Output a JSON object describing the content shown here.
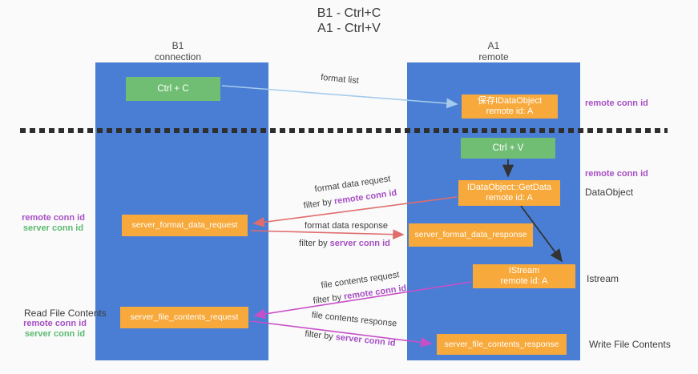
{
  "title": {
    "line1": "B1 - Ctrl+C",
    "line2": "A1 - Ctrl+V"
  },
  "columns": {
    "left": {
      "name": "B1",
      "subtitle": "connection"
    },
    "right": {
      "name": "A1",
      "subtitle": "remote"
    }
  },
  "nodes": {
    "ctrl_c": {
      "label": "Ctrl + C"
    },
    "save_idataobject": {
      "line1": "保存IDataObject",
      "line2": "remote id: A"
    },
    "ctrl_v": {
      "label": "Ctrl + V"
    },
    "idataobject_getdata": {
      "line1": "IDataObject::GetData",
      "line2": "remote id: A"
    },
    "server_format_data_request": {
      "label": "server_format_data_request"
    },
    "server_format_data_response": {
      "label": "server_format_data_response"
    },
    "istream": {
      "line1": "IStream",
      "line2": "remote id: A"
    },
    "server_file_contents_request": {
      "label": "server_file_contents_request"
    },
    "server_file_contents_response": {
      "label": "server_file_contents_response"
    }
  },
  "arrows": {
    "format_list": {
      "label": "format list"
    },
    "format_data_request": {
      "label": "format data request",
      "filter_prefix": "filter by ",
      "filter_value": "remote conn id"
    },
    "format_data_response": {
      "label": "format data response",
      "filter_prefix": "filter by ",
      "filter_value": "server conn id"
    },
    "file_contents_request": {
      "label": "file contents request",
      "filter_prefix": "filter by ",
      "filter_value": "remote conn id"
    },
    "file_contents_response": {
      "label": "file contents response",
      "filter_prefix": "filter by ",
      "filter_value": "server conn id"
    }
  },
  "annotations": {
    "right_remote_conn_id_top": "remote conn id",
    "right_remote_conn_id_mid": "remote conn id",
    "right_dataobject": "DataObject",
    "right_istream": "Istream",
    "right_write_file_contents": "Write File Contents",
    "left_remote_conn_id_mid": "remote conn id",
    "left_server_conn_id_mid": "server conn id",
    "left_read_file_contents": "Read File Contents",
    "left_remote_conn_id_bottom": "remote conn id",
    "left_server_conn_id_bottom": "server conn id"
  },
  "colors": {
    "background": "#fafafa",
    "column_blue": "#4a7ed4",
    "node_orange": "#f7a93b",
    "node_green": "#70be73",
    "purple_text": "#a64fc3",
    "green_text": "#5cba70",
    "red_arrow": "#e06c6c",
    "magenta_arrow": "#c84fc8",
    "light_blue_arrow": "#a5cbec",
    "black_arrow": "#333333"
  }
}
